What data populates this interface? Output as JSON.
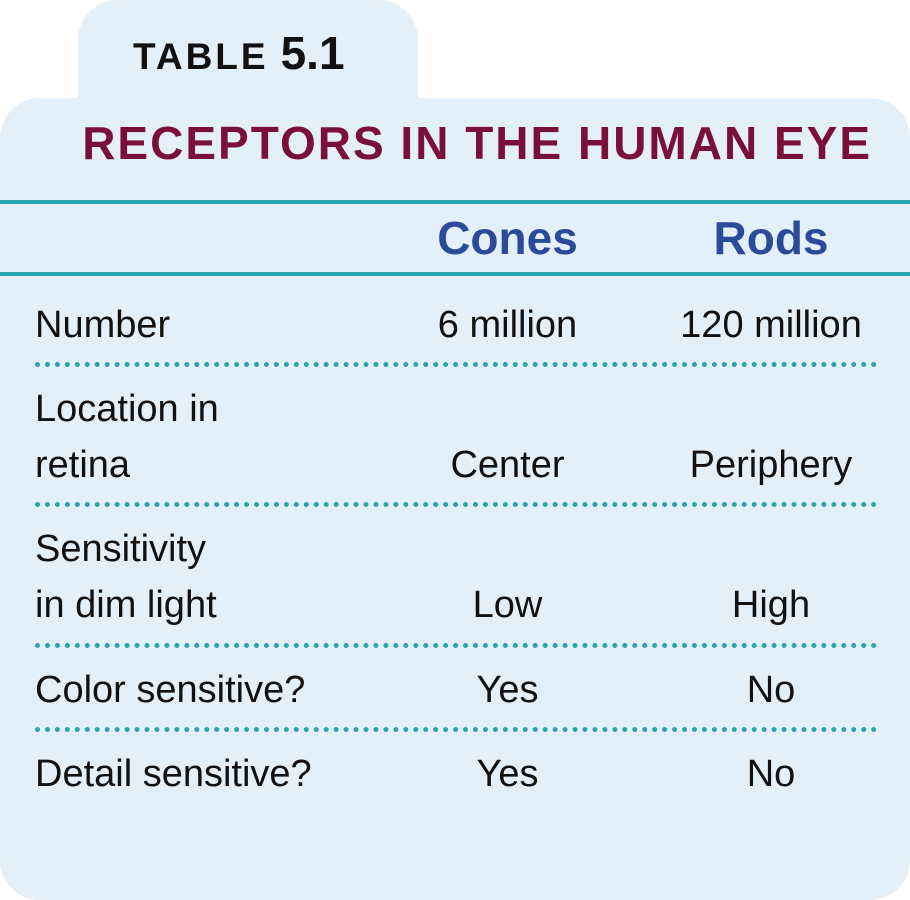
{
  "table_label": {
    "word": "TABLE",
    "number": "5.1"
  },
  "title": "RECEPTORS IN THE HUMAN EYE",
  "columns": {
    "cones": "Cones",
    "rods": "Rods"
  },
  "rows": [
    {
      "label": "Number",
      "cones": "6 million",
      "rods": "120 million"
    },
    {
      "label_line1": "Location in",
      "label_line2": "retina",
      "cones": "Center",
      "rods": "Periphery"
    },
    {
      "label_line1": "Sensitivity",
      "label_line2": "in dim light",
      "cones": "Low",
      "rods": "High"
    },
    {
      "label": "Color sensitive?",
      "cones": "Yes",
      "rods": "No"
    },
    {
      "label": "Detail sensitive?",
      "cones": "Yes",
      "rods": "No"
    }
  ],
  "colors": {
    "background": "#e3f0fa",
    "title": "#7a0f3c",
    "column_header": "#2b4a9a",
    "rule": "#2aa3ad",
    "text": "#111111"
  }
}
